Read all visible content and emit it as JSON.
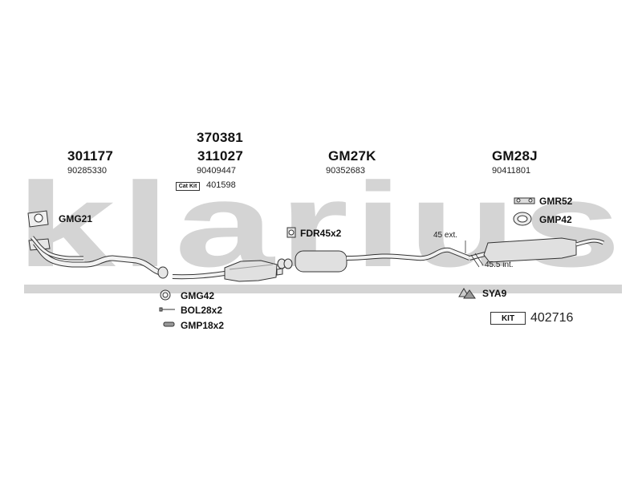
{
  "watermark": {
    "text": "klarius"
  },
  "main_parts": [
    {
      "part": "301177",
      "oem": "90285330"
    },
    {
      "part_top": "370381",
      "part": "311027",
      "oem": "90409447"
    },
    {
      "part": "GM27K",
      "oem": "90352683"
    },
    {
      "part": "GM28J",
      "oem": "90411801"
    }
  ],
  "cat_kit": {
    "label": "Cat Kit",
    "number": "401598"
  },
  "fittings": {
    "gmg21": "GMG21",
    "fdr45": "FDR45x2",
    "gmr52": "GMR52",
    "gmp42": "GMP42",
    "gmg42": "GMG42",
    "bol28": "BOL28x2",
    "gmp18": "GMP18x2",
    "sya9": "SYA9"
  },
  "dimensions": {
    "ext": "45 ext.",
    "int": "45.5 int."
  },
  "kit": {
    "label": "KIT",
    "number": "402716"
  },
  "colors": {
    "watermark": "#d4d4d4",
    "line": "#333333",
    "part_fill": "#e6e6e6"
  }
}
